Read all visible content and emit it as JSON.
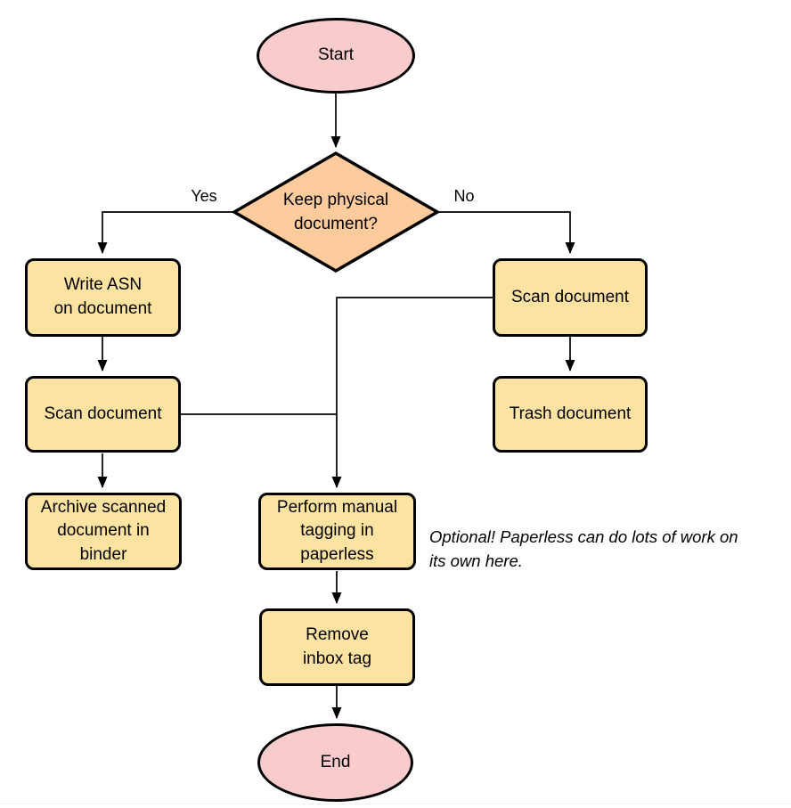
{
  "diagram": {
    "nodes": {
      "start": {
        "label": "Start"
      },
      "decision": {
        "lines": [
          "Keep physical",
          "document?"
        ]
      },
      "write_asn": {
        "lines": [
          "Write ASN",
          "on document"
        ]
      },
      "scan_left": {
        "label": "Scan document"
      },
      "archive": {
        "lines": [
          "Archive scanned",
          "document in",
          "binder"
        ]
      },
      "scan_right": {
        "label": "Scan document"
      },
      "trash": {
        "label": "Trash document"
      },
      "tagging": {
        "lines": [
          "Perform manual",
          "tagging in",
          "paperless"
        ]
      },
      "remove_inbox": {
        "lines": [
          "Remove",
          "inbox tag"
        ]
      },
      "end": {
        "label": "End"
      }
    },
    "edge_labels": {
      "yes": "Yes",
      "no": "No"
    },
    "annotation": {
      "line1": "Optional! Paperless can do lots of work on",
      "line2": "its own here."
    },
    "colors": {
      "terminator_fill": "#F8CCCC",
      "decision_fill": "#FECB9C",
      "process_fill": "#FDE3A1",
      "stroke": "#000000",
      "connector": "#000000"
    }
  }
}
